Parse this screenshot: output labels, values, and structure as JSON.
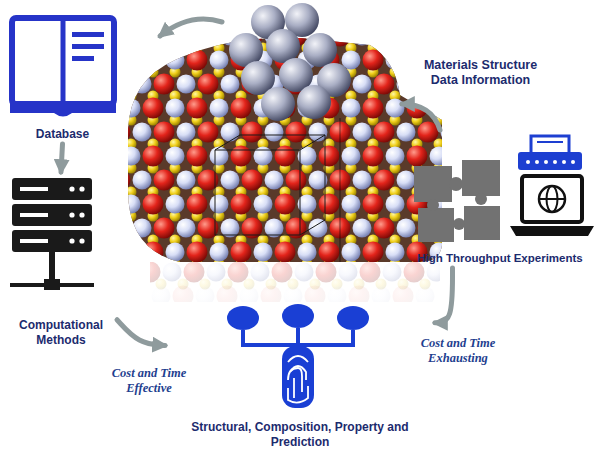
{
  "diagram": {
    "nodes": [
      {
        "text": [
          "Database"
        ]
      },
      {
        "text": [
          "Computational Methods"
        ]
      },
      {
        "text": [
          "Materials Structure Data Information"
        ]
      },
      {
        "text": [
          "High Throughput Experiments"
        ]
      },
      {
        "text": [
          "Structural, Composition, Property and Prediction"
        ]
      }
    ],
    "edges": [
      {
        "from": 0,
        "to": 1,
        "arrow": "to"
      },
      {
        "from": 1,
        "to": 4,
        "label": "Cost and Time Effective",
        "arrow": "to"
      },
      {
        "from": 3,
        "to": 4,
        "label": "Cost and Time Exhausting",
        "arrow": "to"
      }
    ]
  }
}
